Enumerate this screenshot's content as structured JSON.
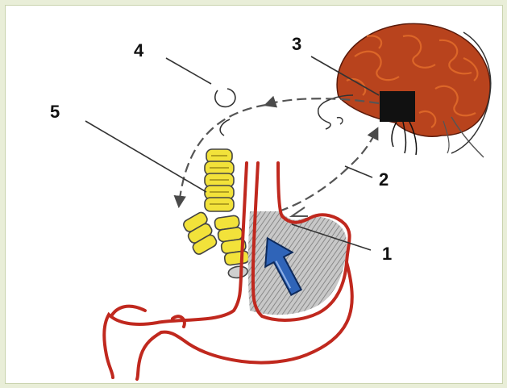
{
  "labels": {
    "l1": "1",
    "l2": "2",
    "l3": "3",
    "l4": "4",
    "l5": "5"
  },
  "colors": {
    "background": "#e9eed8",
    "frame": "#ffffff",
    "vessel": "#c0281e",
    "brain": "#b8431d",
    "brain_fold": "#e06a2a",
    "trachea": "#f2e23a",
    "arrow": "#2f64b8",
    "stomach_fill": "#b9b9b9",
    "nerve_path": "#555555",
    "box": "#111111"
  },
  "icons": {
    "arrow": "blue-up-arrow",
    "center": "black-square-box"
  }
}
